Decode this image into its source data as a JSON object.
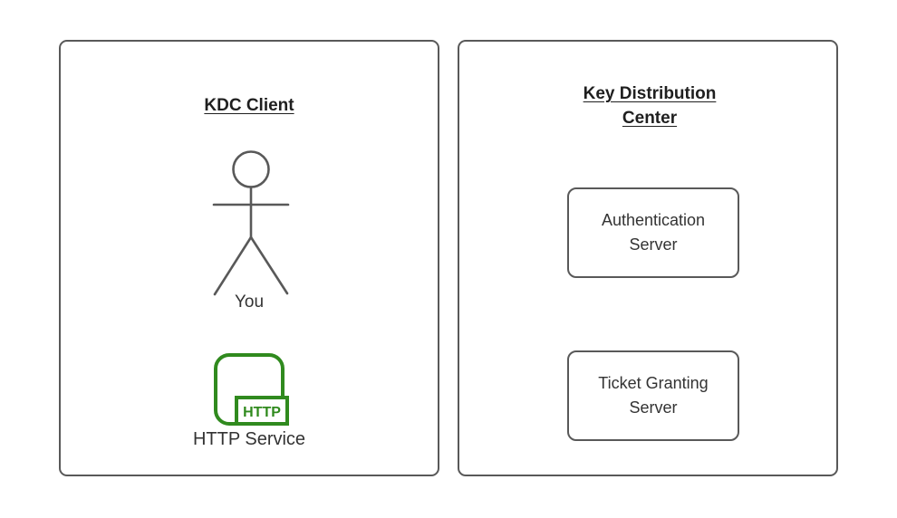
{
  "colors": {
    "background": "#ffffff",
    "panel_border": "#595959",
    "title_text": "#1f1f1f",
    "label_text": "#333333",
    "http_green": "#308a1e"
  },
  "left_panel": {
    "title": "KDC Client",
    "actor": {
      "icon": "stick-figure-actor-icon",
      "label": "You"
    },
    "service": {
      "icon": "http-service-icon",
      "badge": "HTTP",
      "label": "HTTP Service"
    }
  },
  "right_panel": {
    "title": "Key Distribution Center",
    "nodes": [
      {
        "label": "Authentication Server"
      },
      {
        "label": "Ticket Granting Server"
      }
    ]
  }
}
